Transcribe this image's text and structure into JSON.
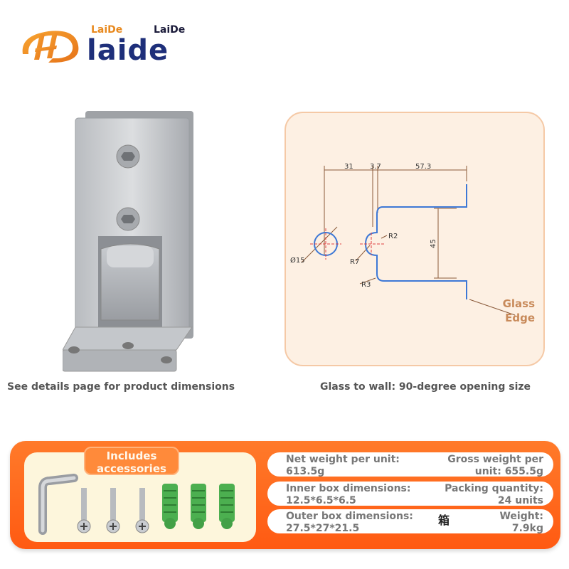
{
  "brand": {
    "small_label_orange": "LaiDe",
    "small_label_dark": "LaiDe",
    "wordmark": "laide",
    "colors": {
      "orange": "#e8891e",
      "navy": "#1e2f7a"
    }
  },
  "captions": {
    "left": "See details page for product dimensions",
    "right": "Glass to wall: 90-degree opening size"
  },
  "drawing": {
    "dim_31": "31",
    "dim_3_7": "3.7",
    "dim_57_3": "57.3",
    "dim_45": "45",
    "r2": "R2",
    "r7": "R7",
    "r3": "R3",
    "phi15": "Ø15",
    "glass_edge_line1": "Glass",
    "glass_edge_line2": "Edge"
  },
  "accessories": {
    "tag_line1": "Includes",
    "tag_line2": "accessories",
    "icons": [
      "hex-key-icon",
      "screw-icon",
      "screw-icon",
      "screw-icon",
      "wall-anchor-icon",
      "wall-anchor-icon",
      "wall-anchor-icon"
    ]
  },
  "specs": {
    "row1": {
      "left_label": "Net weight per unit:",
      "left_value": "613.5g",
      "right_label": "Gross weight per",
      "right_value": "unit: 655.5g"
    },
    "row2": {
      "left_label": "Inner box dimensions:",
      "left_value": "12.5*6.5*6.5",
      "right_label": "Packing quantity:",
      "right_value": "24 units"
    },
    "row3": {
      "left_label": "Outer box dimensions:",
      "left_value": "27.5*27*21.5",
      "middle": "箱",
      "right_label": "Weight:",
      "right_value": "7.9kg"
    }
  },
  "colors": {
    "banner": "#ff6a1e",
    "panel_bg": "#fdf0e3",
    "panel_border": "#f5c9a6",
    "accessory_green": "#4caf50"
  }
}
